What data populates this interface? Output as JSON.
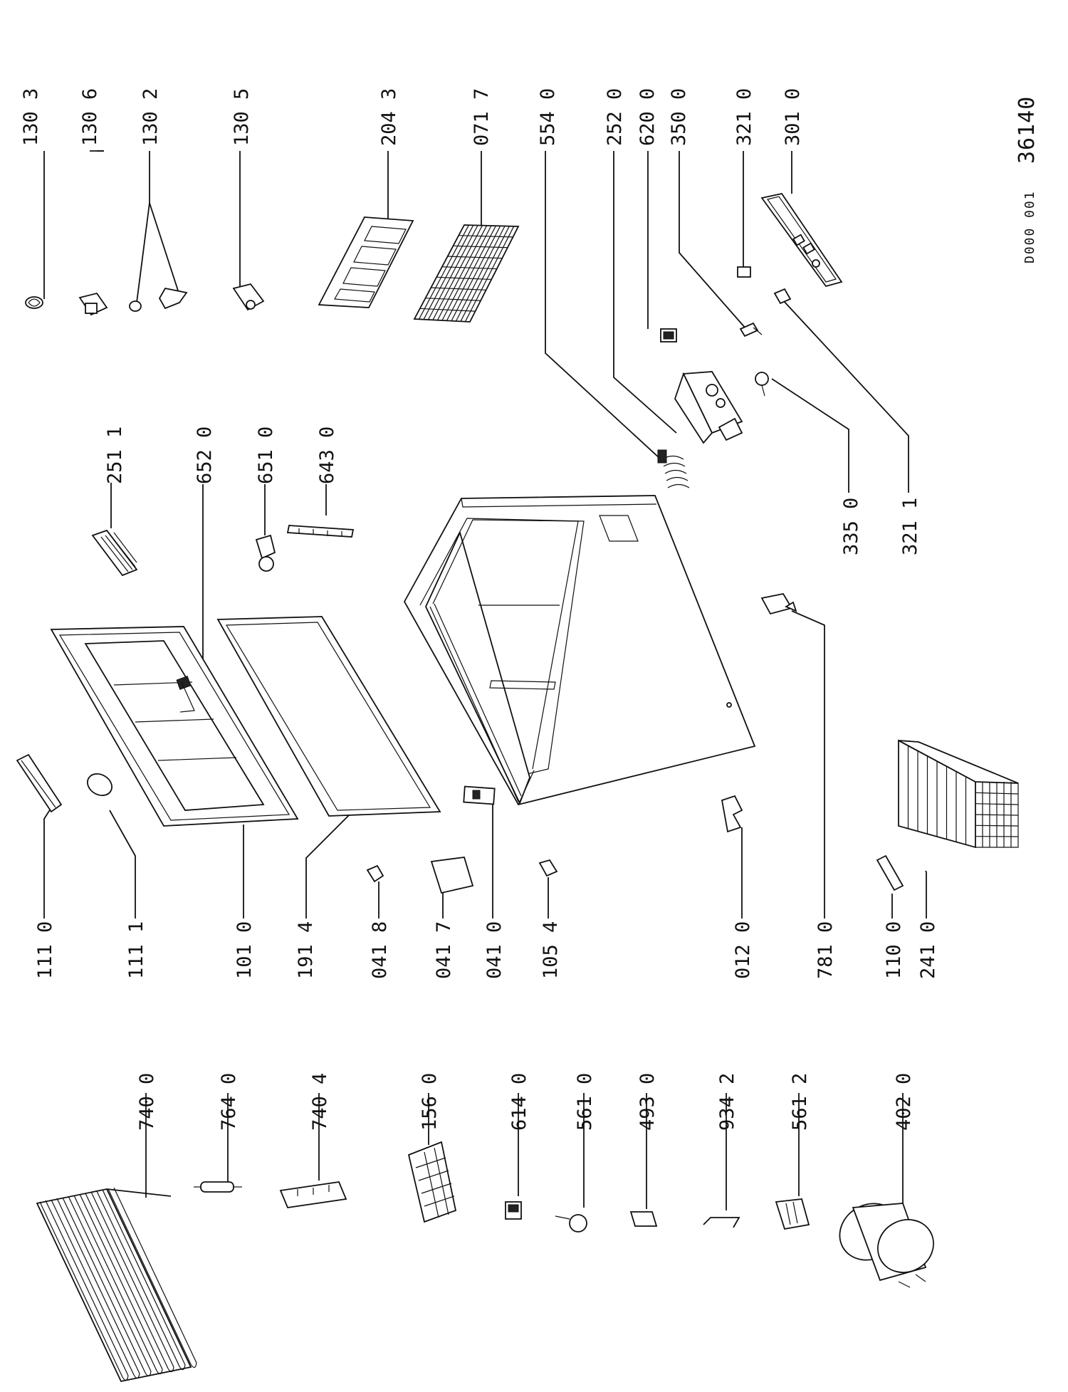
{
  "drawing": {
    "doc_code": "D000 001",
    "diagram_no": "36140"
  },
  "labels": {
    "p130_3": "130 3",
    "p130_6": "130 6",
    "p130_2": "130 2",
    "p130_5": "130 5",
    "p204_3": "204 3",
    "p071_7": "071 7",
    "p554_0": "554 0",
    "p252_0": "252 0",
    "p620_0": "620 0",
    "p350_0": "350 0",
    "p321_0": "321 0",
    "p301_0": "301 0",
    "p251_1": "251 1",
    "p652_0": "652 0",
    "p651_0": "651 0",
    "p643_0": "643 0",
    "p335_0": "335 0",
    "p321_1": "321 1",
    "p111_0": "111 0",
    "p111_1": "111 1",
    "p101_0": "101 0",
    "p191_4": "191 4",
    "p041_8": "041 8",
    "p041_7": "041 7",
    "p041_0": "041 0",
    "p105_4": "105 4",
    "p012_0": "012 0",
    "p781_0": "781 0",
    "p110_0": "110 0",
    "p241_0": "241 0",
    "p740_0": "740 0",
    "p764_0": "764 0",
    "p740_4": "740 4",
    "p156_0": "156 0",
    "p614_0": "614 0",
    "p561_0": "561 0",
    "p493_0": "493 0",
    "p934_2": "934 2",
    "p561_2": "561 2",
    "p402_0": "402 0"
  }
}
